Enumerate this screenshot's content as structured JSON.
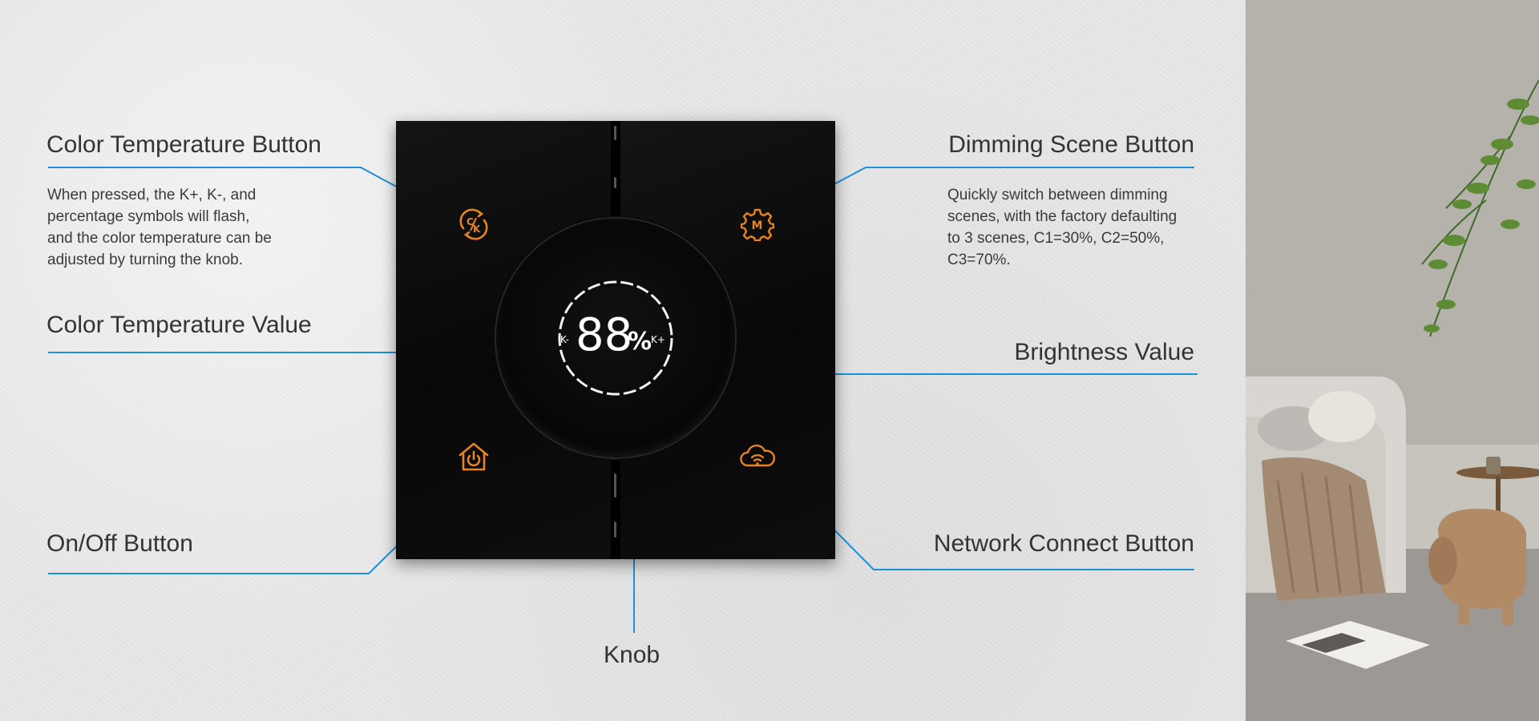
{
  "labels": {
    "color_temp_button": {
      "title": "Color Temperature Button",
      "desc": [
        "When pressed, the K+, K-, and",
        "percentage symbols will flash,",
        "and the color temperature can be",
        "adjusted by turning the knob."
      ]
    },
    "color_temp_value": {
      "title": "Color Temperature Value"
    },
    "onoff_button": {
      "title": "On/Off Button"
    },
    "dimming_scene_button": {
      "title": "Dimming Scene Button",
      "desc": [
        "Quickly switch between dimming",
        "scenes, with the factory defaulting",
        "to 3 scenes, C1=30%, C2=50%,",
        "C3=70%."
      ]
    },
    "brightness_value": {
      "title": "Brightness Value"
    },
    "network_connect_button": {
      "title": "Network Connect Button"
    },
    "knob": {
      "title": "Knob"
    }
  },
  "display": {
    "digits": "88",
    "percent": "%",
    "k_minus": "K-",
    "k_plus": "K+"
  },
  "colors": {
    "leader_line": "#1e8fd8",
    "icon_orange": "#e8831f",
    "panel_black": "#070707"
  },
  "icons": [
    "color-temperature-icon",
    "dimming-scene-gear-icon",
    "home-power-icon",
    "cloud-wifi-icon"
  ]
}
